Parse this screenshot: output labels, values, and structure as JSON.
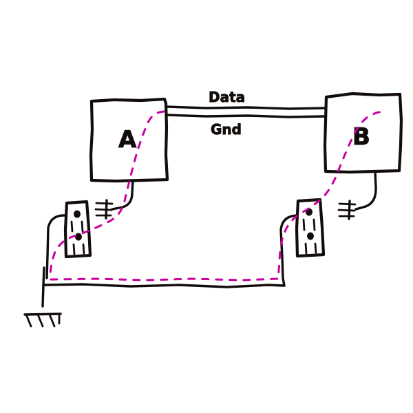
{
  "diagram": {
    "title": "Ground loop hand sketch",
    "background_color": "#ffffff",
    "ink_color": "#120d0b",
    "loop_color": "#c7009f",
    "style": "hand-drawn pen sketch"
  },
  "labels": {
    "box_a": "A",
    "box_b": "B",
    "data_cable": "Data",
    "ground_cable": "Gnd"
  },
  "nodes": [
    {
      "id": "box-a",
      "label": "A",
      "kind": "equipment-chassis"
    },
    {
      "id": "box-b",
      "label": "B",
      "kind": "equipment-chassis"
    },
    {
      "id": "outlet-left",
      "label": "",
      "kind": "wall-outlet-duplex",
      "receptacles": 2
    },
    {
      "id": "outlet-right",
      "label": "",
      "kind": "wall-outlet-duplex",
      "receptacles": 2
    },
    {
      "id": "earth-ground",
      "label": "",
      "kind": "earth-ground-symbol"
    }
  ],
  "connections": [
    {
      "id": "data-line",
      "from": "box-a",
      "to": "box-b",
      "label": "Data",
      "style": "solid"
    },
    {
      "id": "gnd-line",
      "from": "box-a",
      "to": "box-b",
      "label": "Gnd",
      "style": "solid"
    },
    {
      "id": "cord-a",
      "from": "box-a",
      "to": "outlet-left",
      "label": "",
      "style": "solid"
    },
    {
      "id": "cord-b",
      "from": "box-b",
      "to": "outlet-right",
      "label": "",
      "style": "solid"
    },
    {
      "id": "ground-bus",
      "from": "outlet-left",
      "to": "outlet-right",
      "label": "",
      "style": "solid"
    },
    {
      "id": "earth-drop",
      "from": "ground-bus",
      "to": "earth-ground",
      "label": "",
      "style": "solid"
    },
    {
      "id": "ground-loop-path",
      "from": "box-a",
      "to": "box-b",
      "label": "",
      "style": "dashed-magenta"
    }
  ]
}
